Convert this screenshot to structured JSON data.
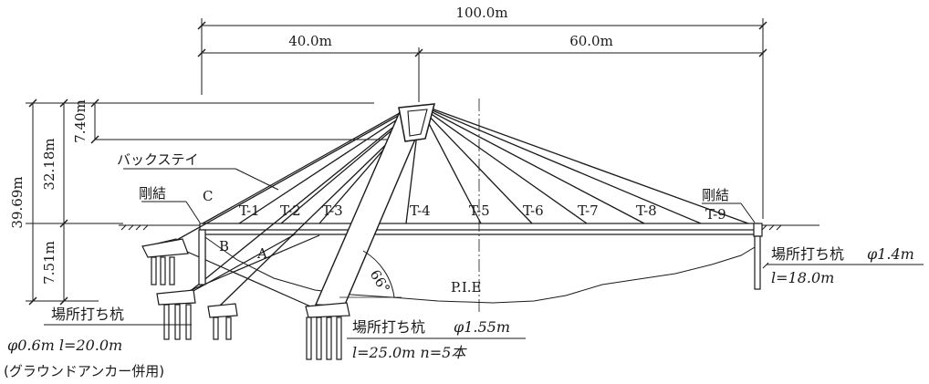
{
  "dimensions": {
    "total_span": "100.0m",
    "left_span": "40.0m",
    "right_span": "60.0m",
    "total_height": "39.69m",
    "upper_height": "32.18m",
    "top_offset": "7.40m",
    "lower_height": "7.51m",
    "angle": "66°"
  },
  "labels": {
    "backstay": "バックステイ",
    "rigid_left": "剛結",
    "rigid_right": "剛結",
    "point_c": "C",
    "point_b": "B",
    "point_a": "A",
    "pie": "P.I.E"
  },
  "cables": [
    "T-1",
    "T-2",
    "T-3",
    "T-4",
    "T-5",
    "T-6",
    "T-7",
    "T-8",
    "T-9"
  ],
  "piles": {
    "right": {
      "title": "場所打ち杭",
      "diameter": "φ1.4m",
      "length": "l=18.0m"
    },
    "center": {
      "title": "場所打ち杭",
      "diameter": "φ1.55m",
      "spec": "l=25.0m  n=5本"
    },
    "left": {
      "title": "場所打ち杭",
      "spec": "φ0.6m  l=20.0m",
      "note": "(グラウンドアンカー併用)"
    }
  }
}
